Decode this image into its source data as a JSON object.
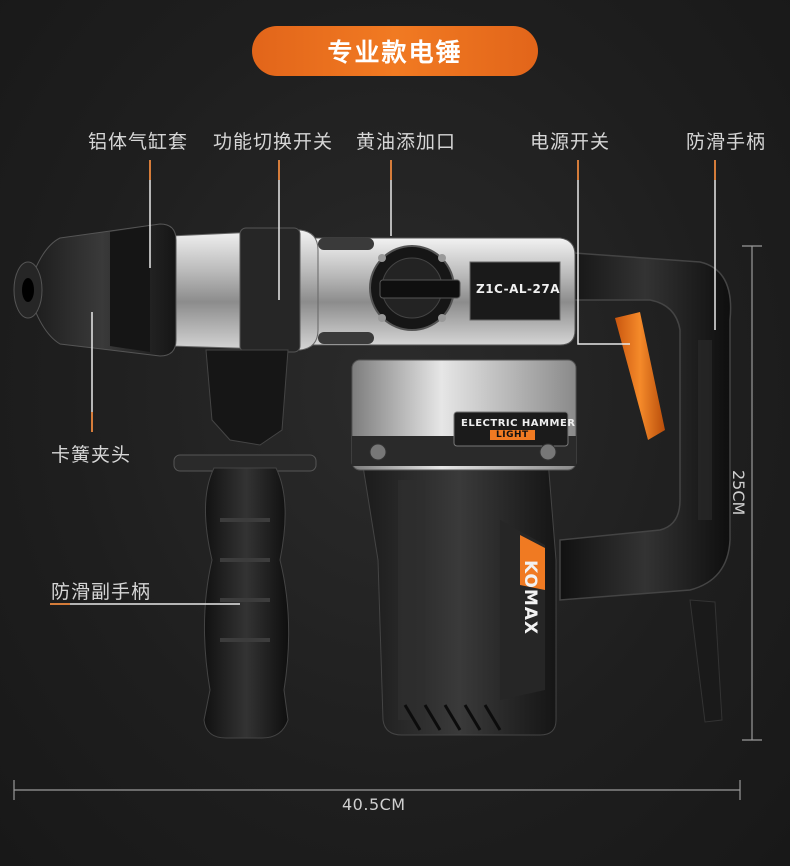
{
  "title": "专业款电锤",
  "callouts": {
    "aluminum_cylinder": "铝体气缸套",
    "function_switch": "功能切换开关",
    "grease_port": "黄油添加口",
    "power_switch": "电源开关",
    "anti_slip_handle": "防滑手柄",
    "spring_chuck": "卡簧夹头",
    "anti_slip_aux_handle": "防滑副手柄"
  },
  "product": {
    "model": "Z1C-AL-27A",
    "badge_line1": "ELECTRIC HAMMER",
    "badge_line2": "LIGHT",
    "brand": "KOMAX"
  },
  "dimensions": {
    "width": "40.5CM",
    "height": "25CM"
  },
  "colors": {
    "accent": "#f07a22",
    "background": "#1e1e1e"
  }
}
